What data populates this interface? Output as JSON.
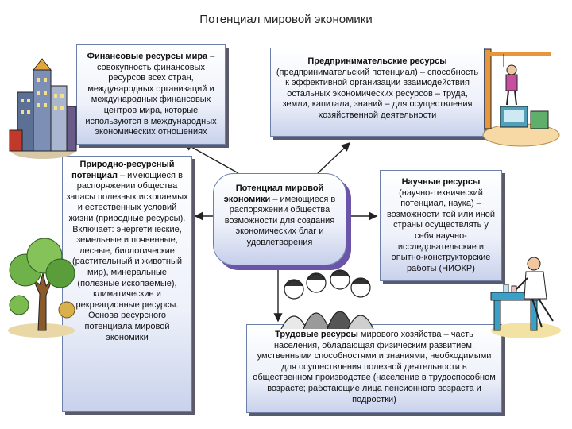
{
  "title": "Потенциал мировой экономики",
  "boxes": {
    "financial": {
      "head": "Финансовые ресурсы мира",
      "text": " – совокупность финансовых ресурсов всех стран, международных организаций и международных финансовых центров мира, которые используются в международных экономических отношениях"
    },
    "entrepreneurial": {
      "head": "Предпринимательские ресурсы",
      "text": "(предпринимательский потенциал) – способность к эффективной организации взаимодействия остальных экономических ресурсов – труда, земли, капитала, знаний – для осуществления хозяйственной деятельности"
    },
    "natural": {
      "head": "Природно-ресурсный потенциал",
      "text": " – имеющиеся в распоряжении общества запасы полезных ископаемых и естественных условий жизни (природные ресурсы). Включает: энергетические, земельные и почвенные, лесные, биологические (растительный и животный мир), минеральные (полезные ископаемые), климатические и рекреационные ресурсы. Основа ресурсного потенциала мировой экономики"
    },
    "center": {
      "head": "Потенциал мировой экономики",
      "text": " – имеющиеся в распоряжении общества возможности для создания экономических благ и удовлетворения"
    },
    "scientific": {
      "head": "Научные ресурсы",
      "text": "(научно-технический потенциал, наука) – возможности той или иной страны осуществлять у себя научно-исследовательские и опытно-конструкторские работы (НИОКР)"
    },
    "labor": {
      "head": "Трудовые ресурсы",
      "text": " мирового хозяйства – часть населения, обладающая физическим развитием, умственными способностями и знаниями, необходимыми для осуществления полезной деятельности в общественном производстве (население в трудоспособном возрасте; работающие лица пенсионного возраста и подростки)"
    }
  },
  "colors": {
    "box_border": "#6b7fa8",
    "box_shadow": "#5a5a6a",
    "center_shadow": "#6b55a8",
    "arrow": "#222222"
  }
}
